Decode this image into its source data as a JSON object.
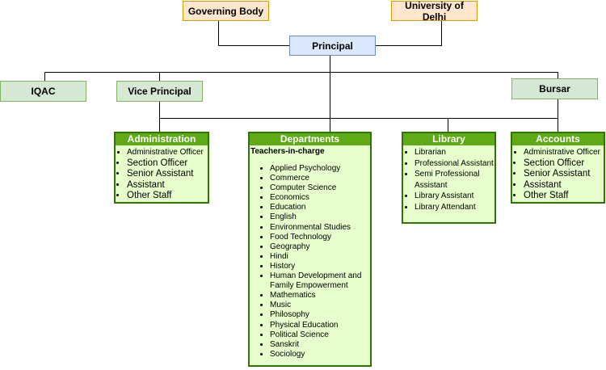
{
  "top": {
    "governing_body": "Governing Body",
    "university": "University of Delhi",
    "principal": "Principal"
  },
  "mid": {
    "iqac": "IQAC",
    "vice_principal": "Vice Principal",
    "bursar": "Bursar"
  },
  "administration": {
    "title": "Administration",
    "items": [
      "Administrative Officer",
      "Section Officer",
      "Senior Assistant",
      "Assistant",
      "Other Staff"
    ]
  },
  "departments": {
    "title": "Departments",
    "subheading": "Teachers-in-charge",
    "items": [
      "Applied Psychology",
      "Commerce",
      "Computer Science",
      "Economics",
      "Education",
      "English",
      "Environmental Studies",
      "Food Technology",
      "Geography",
      "Hindi",
      "History",
      "Human Development and Family Empowerment",
      "Mathematics",
      "Music",
      "Philosophy",
      "Physical Education",
      "Political Science",
      "Sanskrit",
      "Sociology"
    ]
  },
  "library": {
    "title": "Library",
    "items": [
      "Librarian",
      "Professional Assistant",
      "Semi Professional Assistant",
      "Library Assistant",
      "Library Attendant"
    ]
  },
  "accounts": {
    "title": "Accounts",
    "items": [
      "Administrative Officer",
      "Section Officer",
      "Senior Assistant",
      "Assistant",
      "Other Staff"
    ]
  },
  "colors": {
    "top_fill": "#ffe6cc",
    "top_border": "#d79b00",
    "principal_fill": "#dae8fc",
    "principal_border": "#6c8ebf",
    "mid_fill": "#d5e8d4",
    "mid_border": "#82b366",
    "panel_fill": "#e6ffcc",
    "panel_border": "#2d7600",
    "panel_header": "#60a917"
  }
}
